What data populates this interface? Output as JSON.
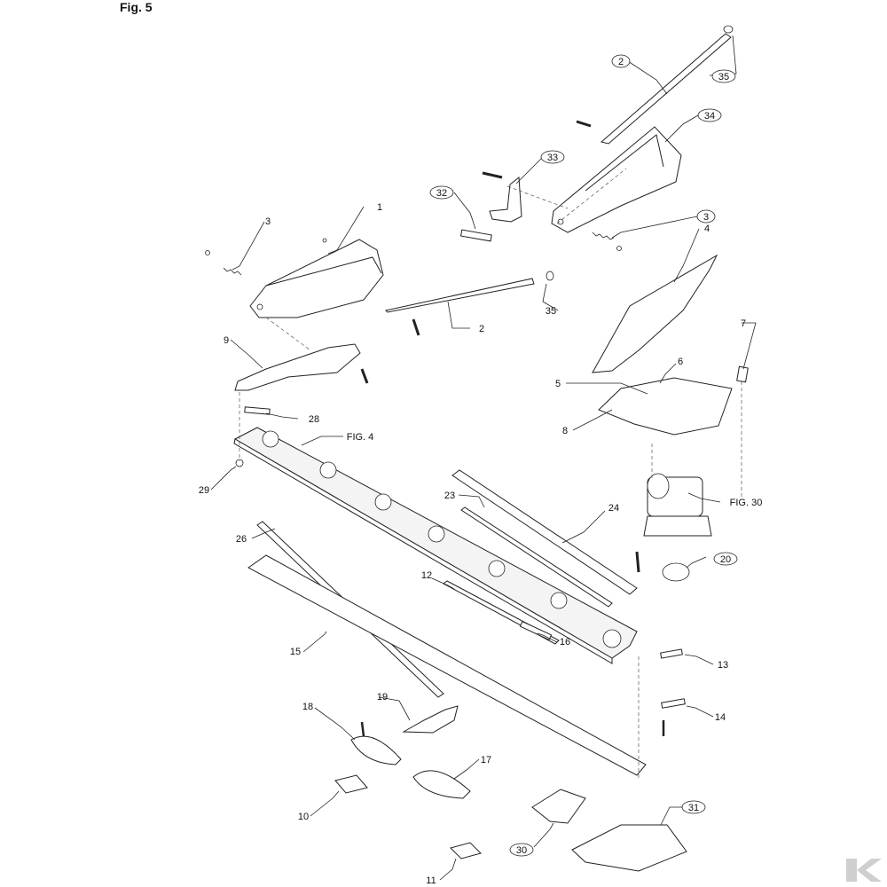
{
  "figure": {
    "title": "Fig. 5"
  },
  "callouts": [
    {
      "id": "c2a",
      "text": "2",
      "circled": true
    },
    {
      "id": "c35a",
      "text": "35",
      "circled": true
    },
    {
      "id": "c34",
      "text": "34",
      "circled": true
    },
    {
      "id": "c33",
      "text": "33",
      "circled": true
    },
    {
      "id": "c32",
      "text": "32",
      "circled": true
    },
    {
      "id": "c3b",
      "text": "3",
      "circled": true
    },
    {
      "id": "c3a",
      "text": "3",
      "circled": false
    },
    {
      "id": "c1",
      "text": "1",
      "circled": false
    },
    {
      "id": "c4",
      "text": "4",
      "circled": false
    },
    {
      "id": "c2b",
      "text": "2",
      "circled": false
    },
    {
      "id": "c35b",
      "text": "35",
      "circled": false
    },
    {
      "id": "c9",
      "text": "9",
      "circled": false
    },
    {
      "id": "c7",
      "text": "7",
      "circled": false
    },
    {
      "id": "c6",
      "text": "6",
      "circled": false
    },
    {
      "id": "c5",
      "text": "5",
      "circled": false
    },
    {
      "id": "c28",
      "text": "28",
      "circled": false
    },
    {
      "id": "cfig4",
      "text": "FIG. 4",
      "circled": false
    },
    {
      "id": "c8",
      "text": "8",
      "circled": false
    },
    {
      "id": "c29",
      "text": "29",
      "circled": false
    },
    {
      "id": "c23",
      "text": "23",
      "circled": false
    },
    {
      "id": "c24",
      "text": "24",
      "circled": false
    },
    {
      "id": "cfig30",
      "text": "FIG. 30",
      "circled": false
    },
    {
      "id": "c26",
      "text": "26",
      "circled": false
    },
    {
      "id": "c20",
      "text": "20",
      "circled": true
    },
    {
      "id": "c12",
      "text": "12",
      "circled": false
    },
    {
      "id": "c16",
      "text": "16",
      "circled": false
    },
    {
      "id": "c15",
      "text": "15",
      "circled": false
    },
    {
      "id": "c13",
      "text": "13",
      "circled": false
    },
    {
      "id": "c18",
      "text": "18",
      "circled": false
    },
    {
      "id": "c19",
      "text": "19",
      "circled": false
    },
    {
      "id": "c14",
      "text": "14",
      "circled": false
    },
    {
      "id": "c17",
      "text": "17",
      "circled": false
    },
    {
      "id": "c31",
      "text": "31",
      "circled": true
    },
    {
      "id": "c10",
      "text": "10",
      "circled": false
    },
    {
      "id": "c30",
      "text": "30",
      "circled": true
    },
    {
      "id": "c11",
      "text": "11",
      "circled": false
    }
  ],
  "logo": {
    "icon": "brand-k-icon",
    "color": "#cfcfcf"
  }
}
